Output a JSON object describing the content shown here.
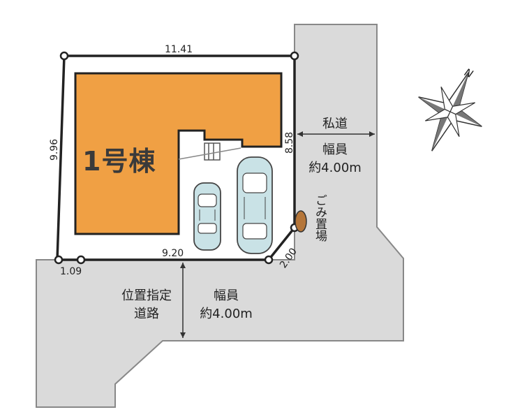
{
  "lot": {
    "building_label": "1号棟",
    "dimensions": {
      "top": "11.41",
      "left": "9.96",
      "right": "8.58",
      "bottom": "9.20",
      "corner": "2.00",
      "bottom_left": "1.09"
    }
  },
  "roads": {
    "private_road": {
      "name": "私道",
      "width_line1": "幅員",
      "width_line2": "約4.00m"
    },
    "designated_road": {
      "name_line1": "位置指定",
      "name_line2": "道路",
      "width_line1": "幅員",
      "width_line2": "約4.00m"
    }
  },
  "garbage_area": {
    "label": "ごみ置場"
  },
  "compass": {
    "north": "N"
  },
  "colors": {
    "building": "#F0A044",
    "road": "#DADADA",
    "boundary": "#222222",
    "car": "#C9E2E6",
    "garbage": "#B5763A"
  }
}
